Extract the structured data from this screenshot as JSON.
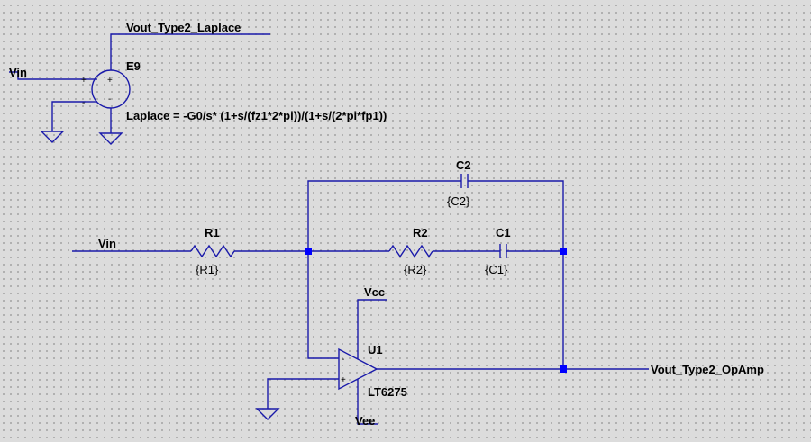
{
  "schematic": {
    "behavioral_source": {
      "name": "E9",
      "expression": "Laplace = -G0/s* (1+s/(fz1*2*pi))/(1+s/(2*pi*fp1))",
      "input_net": "Vin",
      "output_net": "Vout_Type2_Laplace",
      "plus_sign": "+",
      "minus_sign": "-"
    },
    "components": {
      "r1": {
        "name": "R1",
        "value": "{R1}"
      },
      "r2": {
        "name": "R2",
        "value": "{R2}"
      },
      "c1": {
        "name": "C1",
        "value": "{C1}"
      },
      "c2": {
        "name": "C2",
        "value": "{C2}"
      }
    },
    "opamp": {
      "name": "U1",
      "part": "LT6275",
      "supply_pos": "Vcc",
      "supply_neg": "Vee",
      "minus_sign": "-",
      "plus_sign": "+"
    },
    "nets": {
      "opamp_input": "Vin",
      "opamp_output": "Vout_Type2_OpAmp"
    }
  }
}
